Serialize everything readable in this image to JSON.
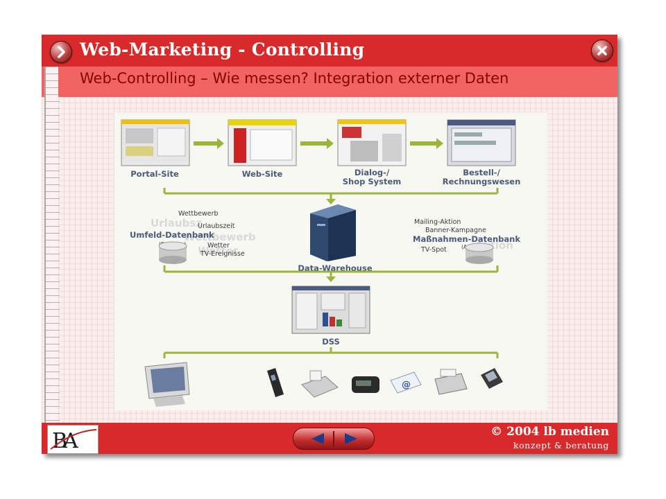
{
  "header": {
    "title": "Web-Marketing - Controlling",
    "subtitle": "Web-Controlling – Wie messen? Integration externer Daten",
    "next_icon": "chevron-right-icon",
    "close_icon": "close-icon"
  },
  "diagram": {
    "systems": [
      "Portal-Site",
      "Web-Site",
      "Dialog-/\nShop System",
      "Bestell-/\nRechnungswesen"
    ],
    "umfeld": {
      "title": "Umfeld-Datenbank",
      "sub": "(Envillase)",
      "items": [
        "Wettbewerb",
        "Urlaubszeit",
        "Wetter",
        "TV-Ereignisse"
      ],
      "ghost": [
        "Urlaubsz",
        "Wettbewerb",
        "Wetter"
      ]
    },
    "warehouse": "Data-Warehouse",
    "massnahmen": {
      "title": "Maßnahmen-Datenbank",
      "sub": "(Actillase)",
      "items": [
        "Mailing-Aktion",
        "Banner-Kampagne",
        "TV-Spot"
      ],
      "ghost": [
        "Aktion"
      ]
    },
    "dss": "DSS",
    "devices": [
      "monitor-icon",
      "mobile-phone-icon",
      "fax-icon",
      "pager-icon",
      "email-icon",
      "printer-icon",
      "pda-icon"
    ]
  },
  "footer": {
    "logo_text": "BA",
    "copyright": "© 2004 lb medien",
    "tagline": "konzept & beratung",
    "prev_icon": "arrow-left-icon",
    "next_icon": "arrow-right-icon"
  },
  "colors": {
    "title_bar": "#d82a2a",
    "subtitle_bar": "#f06464",
    "content_bg": "#fbeeee",
    "arrow_green": "#9ab43c",
    "label_blue": "#4a5a78"
  }
}
